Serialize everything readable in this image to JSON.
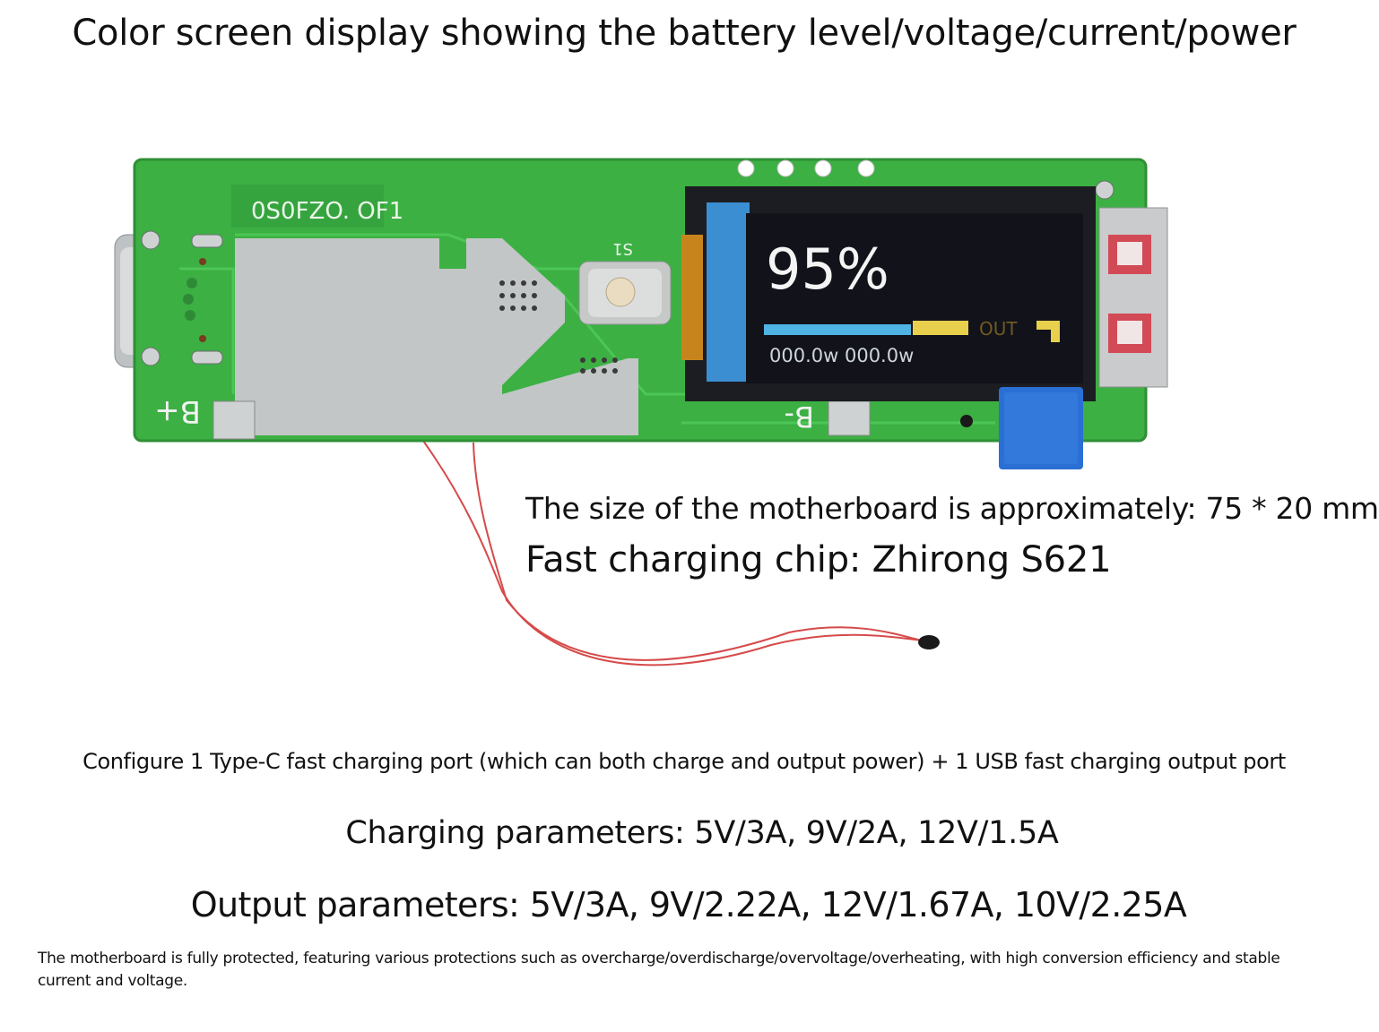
{
  "title": "Color screen display showing the battery level/voltage/current/power",
  "board": {
    "silk_code": "0S0FZO. OF1",
    "switch_label": "S1",
    "pad_bplus": "B+",
    "pad_bminus": "B-"
  },
  "screen": {
    "percent": "95%",
    "out_label": "OUT",
    "power_readout": "000.0w 000.0w"
  },
  "specs": {
    "size": "The size of the motherboard is approximately: 75 * 20 mm",
    "chip": "Fast charging chip: Zhirong S621",
    "ports": "Configure 1 Type-C fast charging port (which can both charge and output power) + 1 USB fast charging output port",
    "charging": "Charging parameters: 5V/3A, 9V/2A, 12V/1.5A",
    "output": "Output parameters: 5V/3A, 9V/2.22A, 12V/1.67A, 10V/2.25A"
  },
  "footer": "The motherboard is fully protected, featuring various protections such as overcharge/overdischarge/overvoltage/overheating, with high conversion efficiency and stable current and voltage.",
  "colors": {
    "pcb": "#3cb043",
    "screen_bg": "#11121a",
    "bar_blue": "#4fb3e3",
    "bar_yellow": "#e8cf4c",
    "cap_blue": "#2a6fd4"
  }
}
